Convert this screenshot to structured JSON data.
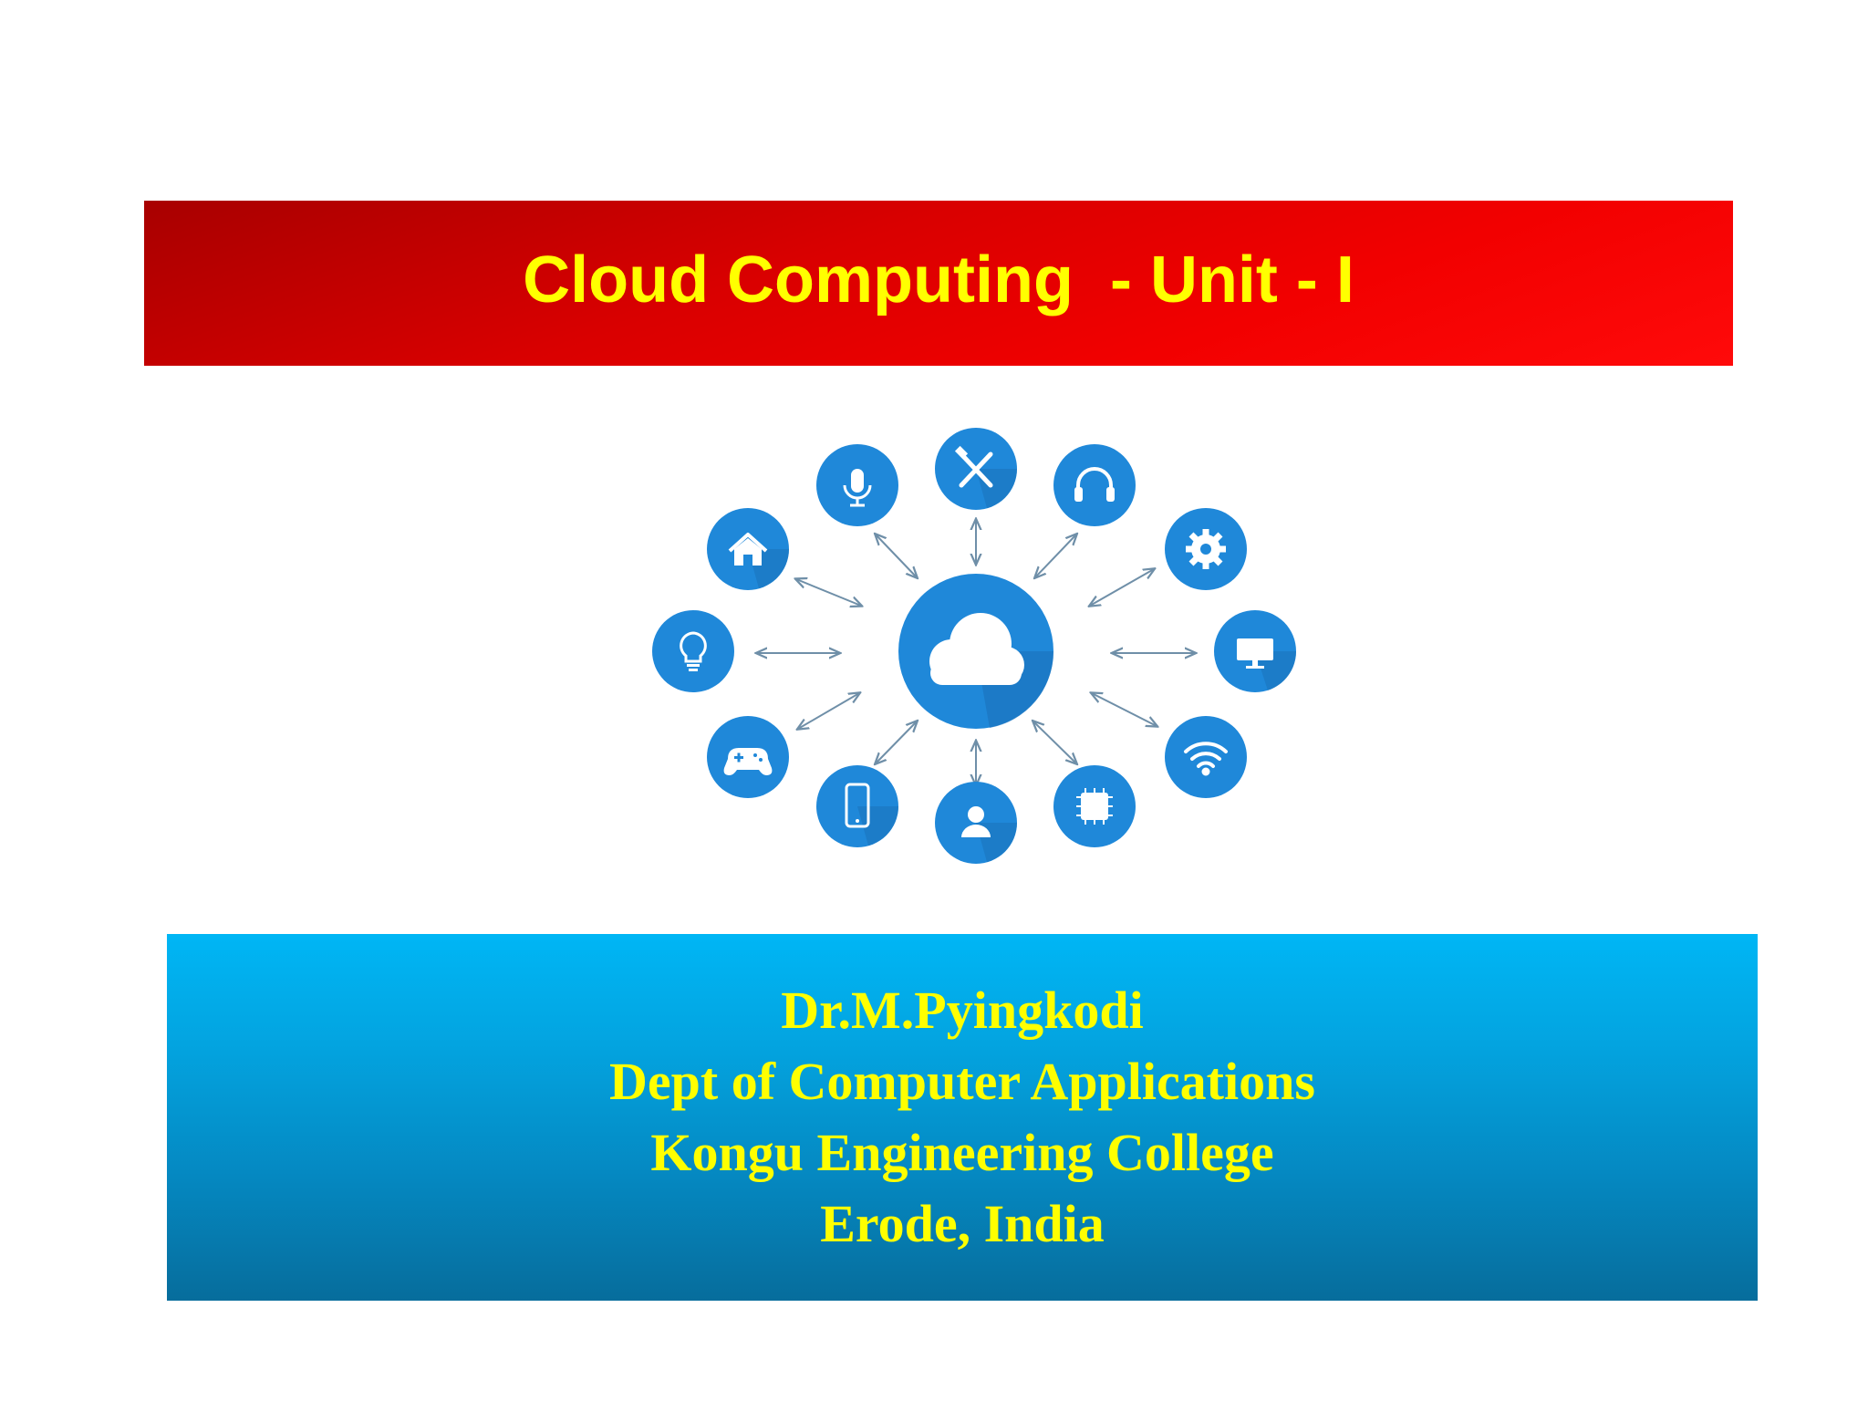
{
  "slide": {
    "title": "Cloud Computing  - Unit - I",
    "author": {
      "name": "Dr.M.Pyingkodi",
      "department": "Dept of Computer Applications",
      "college": "Kongu Engineering College",
      "location": "Erode, India"
    }
  },
  "colors": {
    "banner_red": "#e00000",
    "banner_blue": "#03a4e0",
    "text_yellow": "#ffff00",
    "node_blue": "#1f88d9",
    "arrow_gray": "#6f8fa8"
  },
  "diagram": {
    "center_icon": "cloud-icon",
    "nodes": [
      "microphone-icon",
      "tools-icon",
      "headphones-icon",
      "gear-icon",
      "monitor-icon",
      "wifi-icon",
      "chip-icon",
      "user-icon",
      "smartphone-icon",
      "gamepad-icon",
      "lightbulb-icon",
      "home-icon"
    ]
  }
}
